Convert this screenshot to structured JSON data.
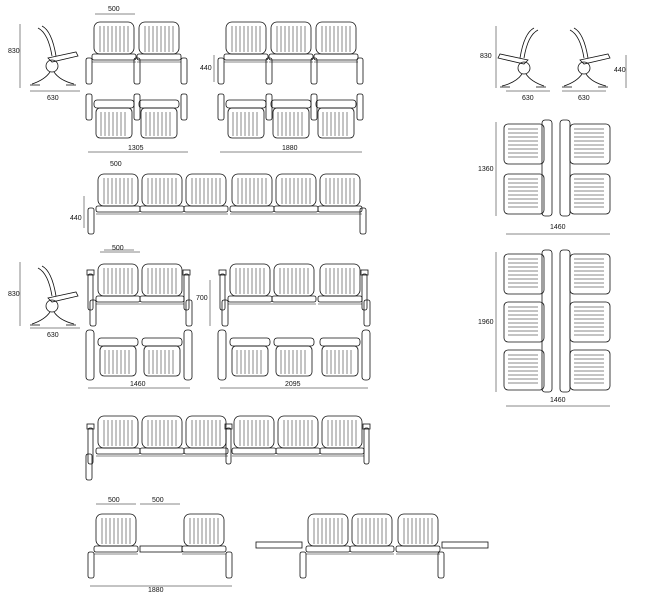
{
  "dimensions": {
    "d500_a": "500",
    "d830_a": "830",
    "d440_a": "440",
    "d630_a": "630",
    "d1305": "1305",
    "d1880_a": "1880",
    "d830_b": "830",
    "d440_b": "440",
    "d630_b": "630",
    "d630_c": "630",
    "d1360": "1360",
    "d1460_a": "1460",
    "d500_b": "500",
    "d440_c": "440",
    "d500_c": "500",
    "d830_c": "830",
    "d630_d": "630",
    "d700": "700",
    "d1460_b": "1460",
    "d2095": "2095",
    "d1960": "1960",
    "d1460_c": "1460",
    "d500_d": "500",
    "d500_e": "500",
    "d1880_b": "1880"
  }
}
